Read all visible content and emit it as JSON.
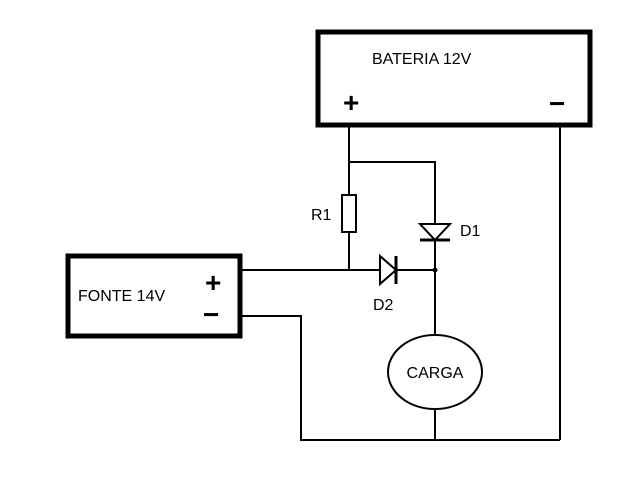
{
  "battery": {
    "label": "BATERIA 12V",
    "plus": "+",
    "minus": "−"
  },
  "source": {
    "label": "FONTE 14V",
    "plus": "+",
    "minus": "−"
  },
  "resistor": {
    "label": "R1"
  },
  "diode1": {
    "label": "D1"
  },
  "diode2": {
    "label": "D2"
  },
  "load": {
    "label": "CARGA"
  },
  "colors": {
    "line": "#000000",
    "background": "#ffffff"
  }
}
